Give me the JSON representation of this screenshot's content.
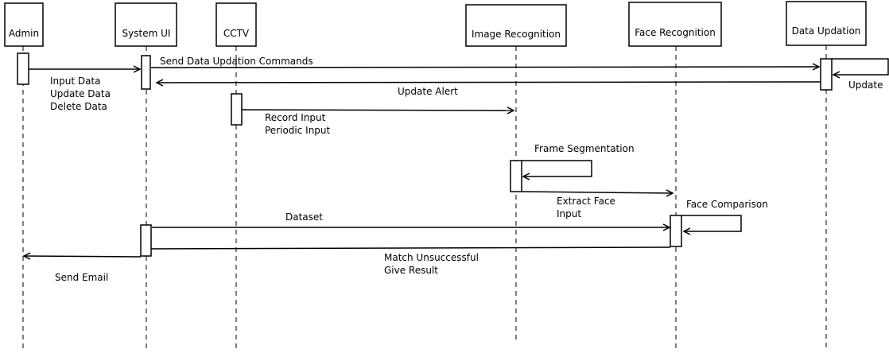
{
  "colors": {
    "line": "#000000",
    "background": "#ffffff"
  },
  "participants": [
    {
      "id": "admin",
      "label": "Admin"
    },
    {
      "id": "system-ui",
      "label": "System UI"
    },
    {
      "id": "cctv",
      "label": "CCTV"
    },
    {
      "id": "image-recognition",
      "label": "Image Recognition"
    },
    {
      "id": "face-recognition",
      "label": "Face Recognition"
    },
    {
      "id": "data-updation",
      "label": "Data Updation"
    }
  ],
  "messages": {
    "admin_input": [
      "Input Data",
      "Update Data",
      "Delete Data"
    ],
    "send_commands": "Send Data Updation Commands",
    "update_self": "Update",
    "update_alert": "Update Alert",
    "cctv_input": [
      "Record Input",
      "Periodic Input"
    ],
    "frame_segmentation": "Frame Segmentation",
    "extract_face": [
      "Extract Face",
      "Input"
    ],
    "face_comparison": "Face Comparison",
    "dataset": "Dataset",
    "match_unsuccessful": [
      "Match Unsuccessful",
      "Give Result"
    ],
    "send_email": "Send Email"
  }
}
